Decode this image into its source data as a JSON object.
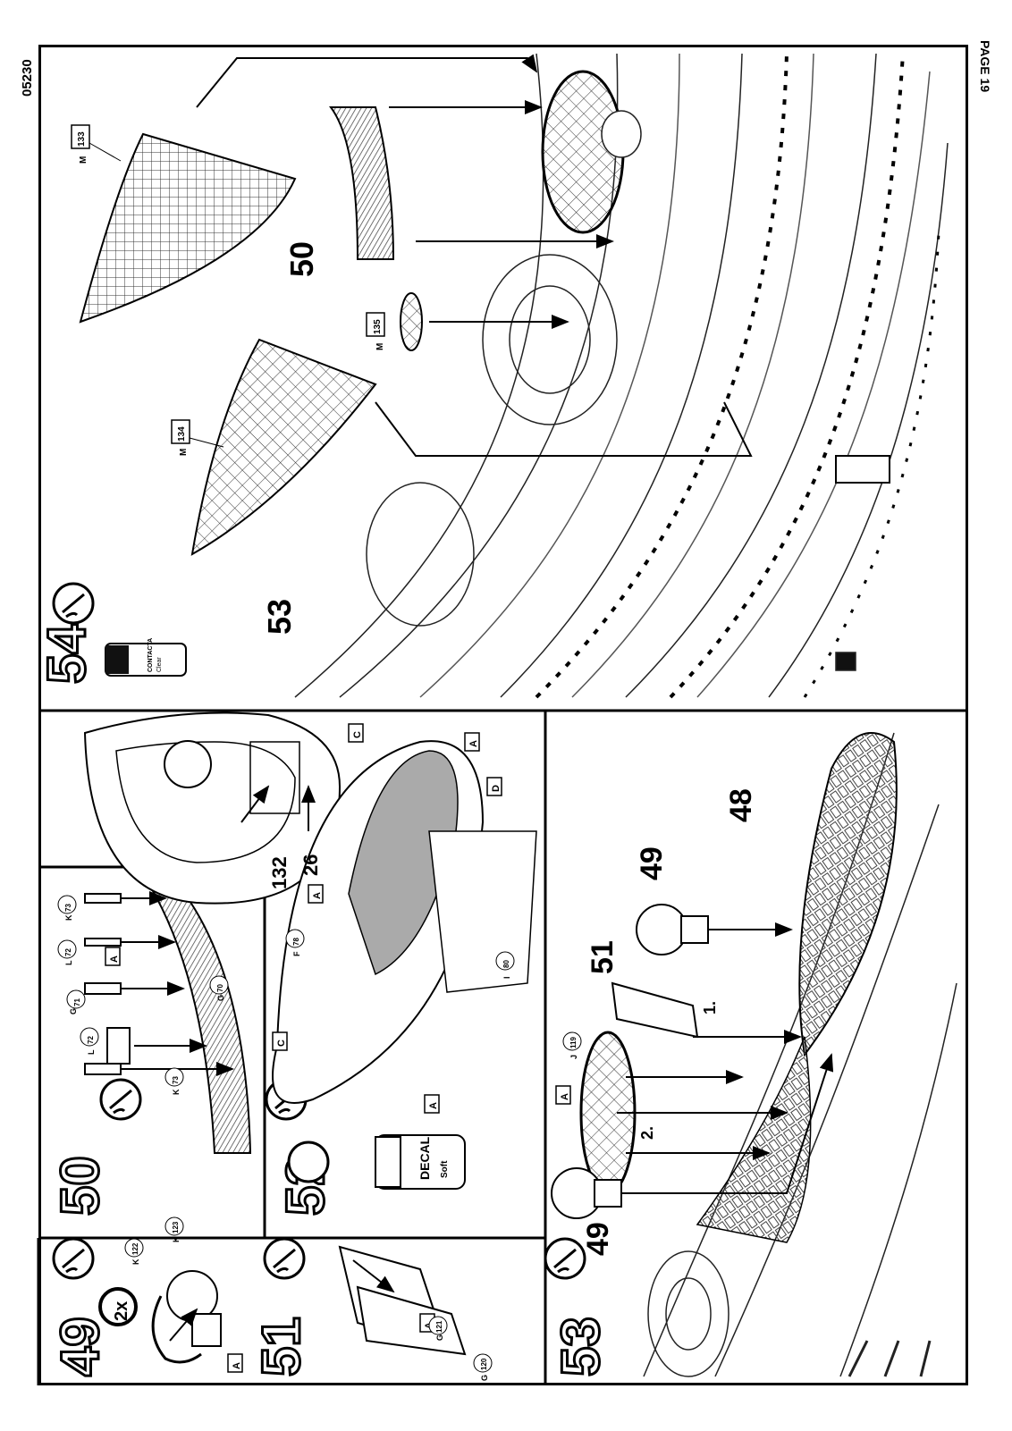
{
  "header": {
    "code": "05230",
    "page": "PAGE 19"
  },
  "steps": {
    "s49": {
      "num": "49",
      "mult": "2x",
      "p1": "K",
      "n1": "122",
      "p2": "K",
      "n2": "123",
      "a": "A"
    },
    "s50": {
      "num": "50",
      "k1": "K",
      "n_k1": "73",
      "l1": "L",
      "n_l1": "72",
      "g1": "G",
      "n_g1": "71",
      "l2": "L",
      "n_l2": "72",
      "k2": "K",
      "n_k2": "73",
      "g2": "G",
      "n_g2": "70",
      "a": "A"
    },
    "s51": {
      "num": "51",
      "g1": "G",
      "n_g1": "120",
      "g2": "G",
      "n_g2": "121",
      "a": "A"
    },
    "s52": {
      "num": "52",
      "f": "F",
      "n_f": "78",
      "i": "I",
      "n_i": "80",
      "c": "C",
      "d": "D",
      "a": "A",
      "ref1": "132",
      "ref2": "26",
      "decal1": "DECAL",
      "decal2": "Soft"
    },
    "s53": {
      "num": "53",
      "j": "J",
      "n_j": "119",
      "a": "A",
      "ref49a": "49",
      "ref49b": "49",
      "ref51": "51",
      "ref48": "48",
      "order1": "1.",
      "order2": "2."
    },
    "s54": {
      "num": "54",
      "m1": "M",
      "n_m1": "133",
      "m2": "M",
      "n_m2": "134",
      "m3": "M",
      "n_m3": "135",
      "ref50": "50",
      "ref53": "53",
      "glue1": "CONTACTA",
      "glue2": "Clear"
    }
  }
}
